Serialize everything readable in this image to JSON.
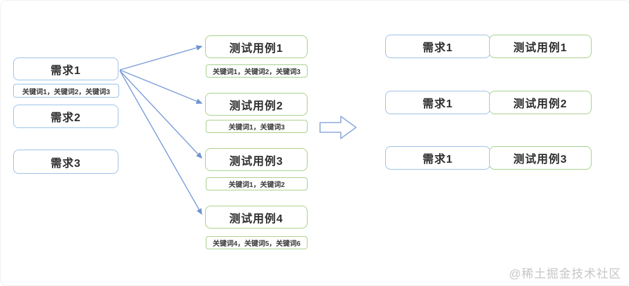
{
  "requirements": {
    "req1": {
      "label": "需求1",
      "keywords": "关键词1，关键词2，关键词3"
    },
    "req2": {
      "label": "需求2"
    },
    "req3": {
      "label": "需求3"
    }
  },
  "testcases": [
    {
      "label": "测试用例1",
      "keywords": "关键词1，关键词2，关键词3"
    },
    {
      "label": "测试用例2",
      "keywords": "关键词1，关键词3"
    },
    {
      "label": "测试用例3",
      "keywords": "关键词1，关键词2"
    },
    {
      "label": "测试用例4",
      "keywords": "关键词4，关键词5，关键词6"
    }
  ],
  "matches": [
    {
      "req": "需求1",
      "case": "测试用例1"
    },
    {
      "req": "需求1",
      "case": "测试用例2"
    },
    {
      "req": "需求1",
      "case": "测试用例3"
    }
  ],
  "watermark": "@稀土掘金技术社区",
  "colors": {
    "requirement_border": "#9dc3e6",
    "testcase_border": "#a9d18e",
    "arrow": "#7d9ed8",
    "text": "#2f2f2f",
    "watermark": "#c6c6c6"
  }
}
